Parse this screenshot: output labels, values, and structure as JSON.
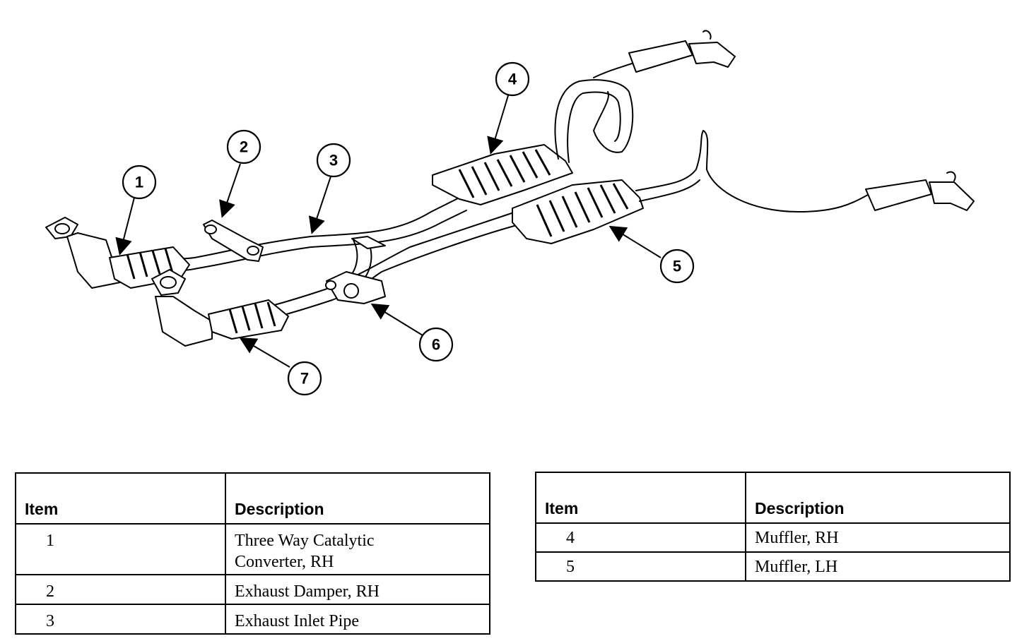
{
  "callouts": [
    "1",
    "2",
    "3",
    "4",
    "5",
    "6",
    "7"
  ],
  "tables": [
    {
      "headers": [
        "Item",
        "Description"
      ],
      "rows": [
        {
          "item": "1",
          "description": "Three Way Catalytic Converter, RH"
        },
        {
          "item": "2",
          "description": "Exhaust Damper, RH"
        },
        {
          "item": "3",
          "description": "Exhaust Inlet Pipe"
        }
      ]
    },
    {
      "headers": [
        "Item",
        "Description"
      ],
      "rows": [
        {
          "item": "4",
          "description": "Muffler, RH"
        },
        {
          "item": "5",
          "description": "Muffler, LH"
        }
      ]
    }
  ]
}
